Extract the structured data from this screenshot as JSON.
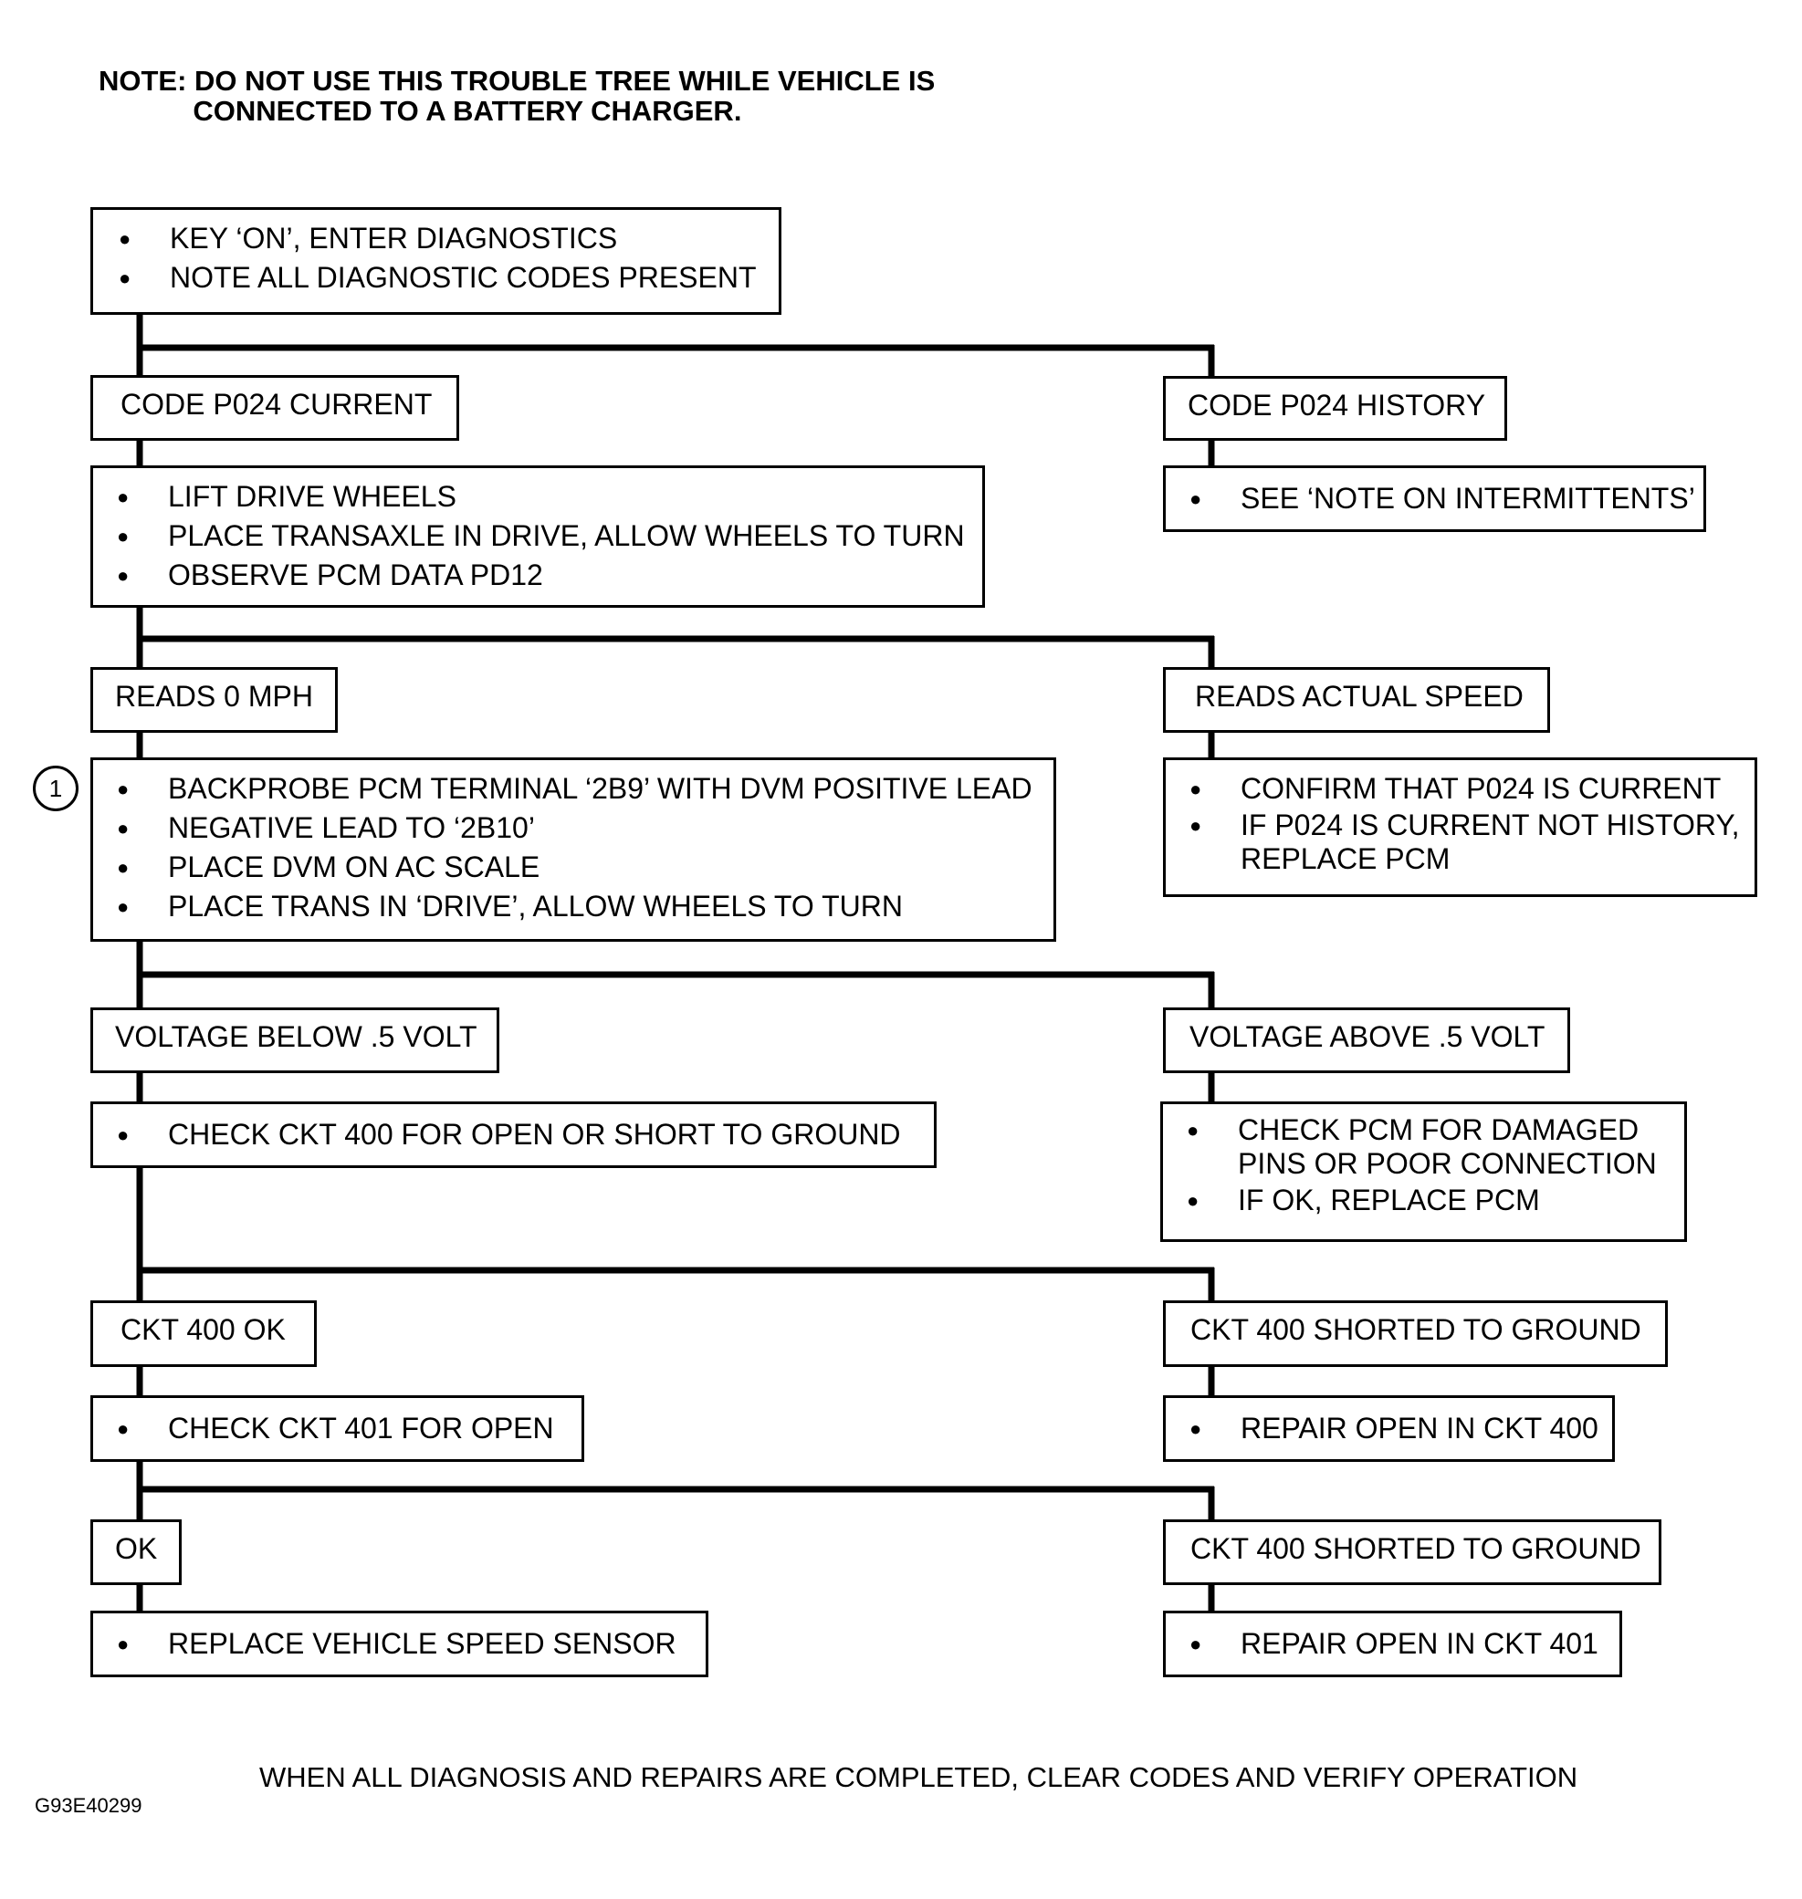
{
  "note": "NOTE: DO NOT USE THIS TROUBLE TREE WHILE VEHICLE IS\n            CONNECTED TO A BATTERY CHARGER.",
  "boxes": {
    "start": [
      "KEY ‘ON’, ENTER DIAGNOSTICS",
      "NOTE ALL DIAGNOSTIC CODES PRESENT"
    ],
    "p024_current": "CODE P024 CURRENT",
    "p024_history": "CODE P024 HISTORY",
    "lift": [
      "LIFT DRIVE WHEELS",
      "PLACE TRANSAXLE IN DRIVE, ALLOW WHEELS TO TURN",
      "OBSERVE PCM DATA PD12"
    ],
    "see_note": [
      "SEE ‘NOTE ON INTERMITTENTS’"
    ],
    "reads_0": "READS 0 MPH",
    "reads_actual": "READS ACTUAL SPEED",
    "backprobe": [
      "BACKPROBE PCM TERMINAL ‘2B9’ WITH DVM POSITIVE LEAD",
      "NEGATIVE LEAD TO ‘2B10’",
      "PLACE DVM ON AC SCALE",
      "PLACE TRANS IN ‘DRIVE’, ALLOW WHEELS TO TURN"
    ],
    "confirm": [
      "CONFIRM THAT P024 IS CURRENT",
      "IF P024 IS CURRENT NOT HISTORY,",
      "REPLACE PCM"
    ],
    "v_below": "VOLTAGE BELOW .5 VOLT",
    "v_above": "VOLTAGE ABOVE .5 VOLT",
    "check400": [
      "CHECK CKT 400 FOR OPEN OR SHORT TO GROUND"
    ],
    "check_pcm": [
      "CHECK PCM FOR DAMAGED",
      "PINS OR POOR CONNECTION",
      "IF OK,  REPLACE PCM"
    ],
    "ckt400_ok": "CKT 400 OK",
    "ckt400_short_1": "CKT 400 SHORTED TO GROUND",
    "check401": [
      "CHECK CKT 401 FOR OPEN"
    ],
    "repair400": [
      "REPAIR OPEN IN CKT 400"
    ],
    "ok": "OK",
    "ckt400_short_2": "CKT 400 SHORTED TO GROUND",
    "replace_vss": [
      "REPLACE VEHICLE SPEED SENSOR"
    ],
    "repair401": [
      "REPAIR OPEN IN CKT 401"
    ]
  },
  "step_marker": "1",
  "footer": "WHEN ALL DIAGNOSIS AND REPAIRS ARE COMPLETED, CLEAR CODES AND VERIFY OPERATION",
  "figure_code": "G93E40299"
}
